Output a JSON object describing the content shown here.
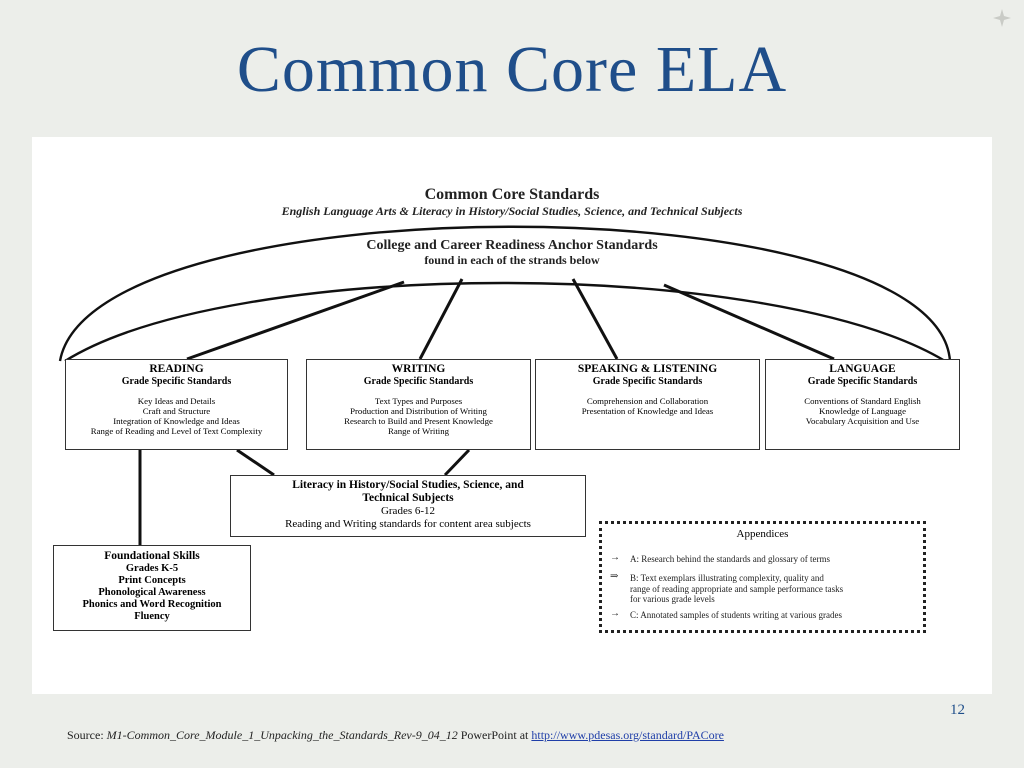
{
  "slide": {
    "title": "Common Core ELA",
    "page_number": "12",
    "source": {
      "prefix": "Source:",
      "document": "M1-Common_Core_Module_1_Unpacking_the_Standards_Rev-9_04_12",
      "middle": "PowerPoint at",
      "link": "http://www.pdesas.org/standard/PACore"
    }
  },
  "diagram": {
    "title": "Common Core Standards",
    "subtitle": "English Language Arts & Literacy in History/Social Studies, Science, and Technical Subjects",
    "anchor": {
      "title": "College and Career Readiness Anchor Standards",
      "subtitle": "found in each of the strands below"
    },
    "strands": [
      {
        "name": "READING",
        "sub": "Grade Specific Standards",
        "items": [
          "Key Ideas and Details",
          "Craft and Structure",
          "Integration of Knowledge and Ideas",
          "Range of Reading and Level of Text Complexity"
        ]
      },
      {
        "name": "WRITING",
        "sub": "Grade Specific Standards",
        "items": [
          "Text Types and Purposes",
          "Production and Distribution of Writing",
          "Research to Build and Present Knowledge",
          "Range of Writing"
        ]
      },
      {
        "name": "SPEAKING & LISTENING",
        "sub": "Grade Specific Standards",
        "items": [
          "Comprehension and Collaboration",
          "Presentation of Knowledge and Ideas"
        ]
      },
      {
        "name": "LANGUAGE",
        "sub": "Grade Specific Standards",
        "items": [
          "Conventions of Standard English",
          "Knowledge of Language",
          "Vocabulary Acquisition and Use"
        ]
      }
    ],
    "literacy": {
      "title_line1": "Literacy in History/Social Studies, Science, and",
      "title_line2": "Technical Subjects",
      "grades": "Grades 6-12",
      "desc": "Reading and Writing standards for content area subjects"
    },
    "foundational": {
      "title": "Foundational Skills",
      "items": [
        "Grades K-5",
        "Print Concepts",
        "Phonological Awareness",
        "Phonics and Word Recognition",
        "Fluency"
      ]
    },
    "appendices": {
      "title": "Appendices",
      "items": [
        {
          "arrow": "→",
          "lines": [
            "A: Research behind the standards and  glossary of terms"
          ]
        },
        {
          "arrow": "⇒",
          "lines": [
            "B: Text exemplars illustrating complexity, quality and",
            "range of reading appropriate and sample performance tasks",
            "for various grade levels"
          ]
        },
        {
          "arrow": "→",
          "lines": [
            "C: Annotated samples of students writing at various grades"
          ]
        }
      ]
    }
  }
}
